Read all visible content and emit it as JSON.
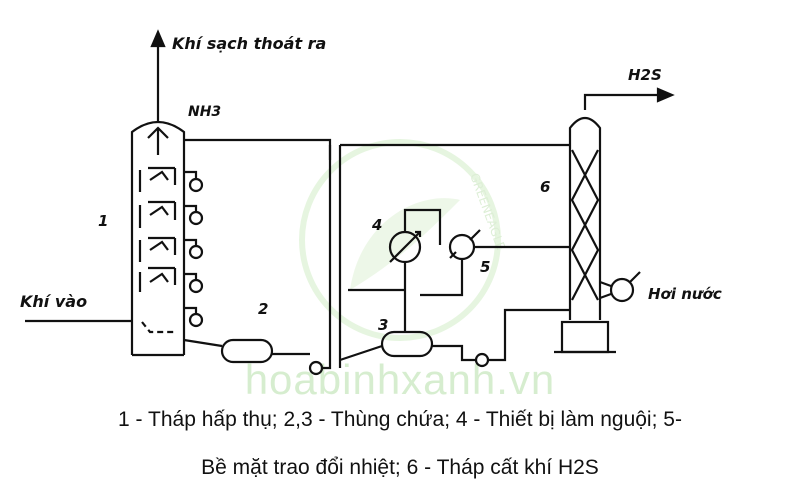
{
  "watermark": {
    "brand_text": "GREENEAGLE",
    "site_text": "hoabinhxanh.vn",
    "color": "#b9e3a8"
  },
  "labels": {
    "clean_gas_out": "Khí sạch thoát ra",
    "nh3": "NH3",
    "h2s": "H2S",
    "gas_in": "Khí vào",
    "steam": "Hơi nước",
    "n1": "1",
    "n2": "2",
    "n3": "3",
    "n4": "4",
    "n5": "5",
    "n6": "6"
  },
  "caption": {
    "line1": "1 - Tháp hấp thụ; 2,3 - Thùng chứa; 4 - Thiết bị làm nguội; 5-",
    "line2": "Bề mặt trao đổi nhiệt; 6 - Tháp cất khí H2S"
  }
}
